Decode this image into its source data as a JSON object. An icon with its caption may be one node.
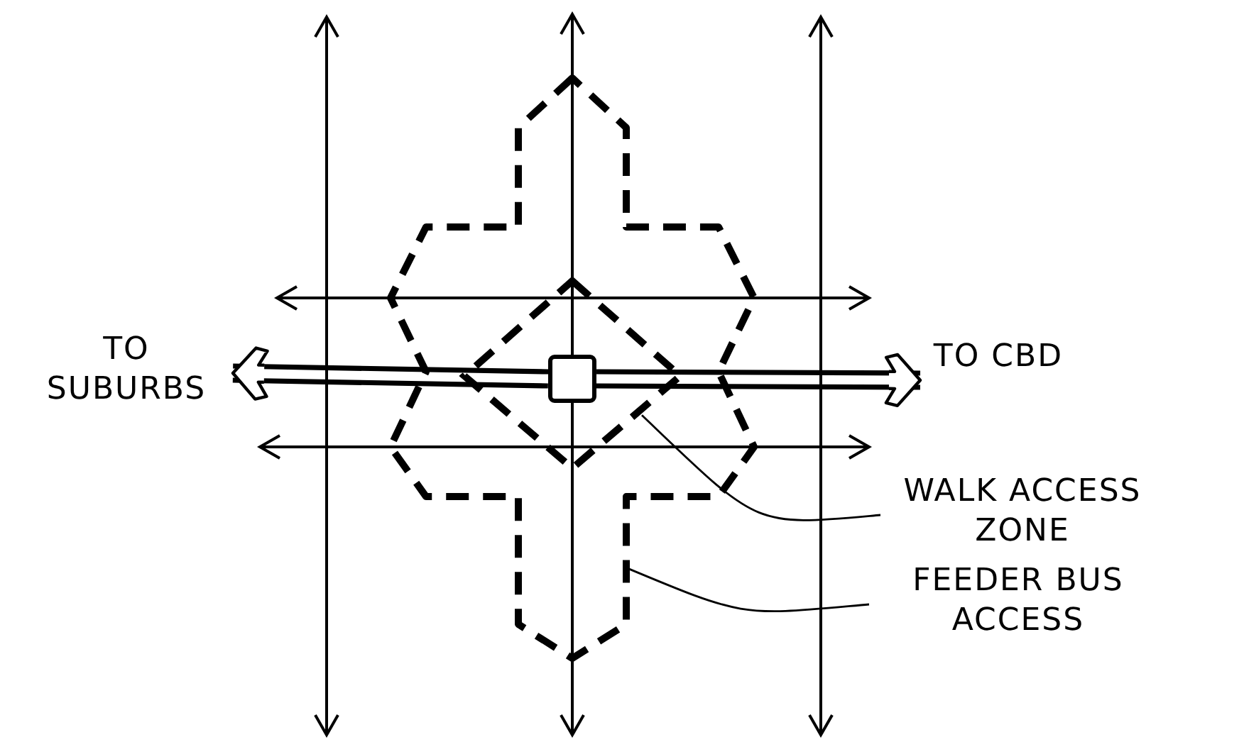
{
  "diagram": {
    "nodes": [
      {
        "text": [
          "TO SUBURBS"
        ]
      },
      {
        "text": [
          "TO CBD"
        ]
      },
      {
        "text": [],
        "shape": "cross"
      },
      {
        "text": [],
        "shape": "diamond",
        "in": 2
      },
      {
        "text": [],
        "shape": "box",
        "in": 3
      },
      {
        "text": [
          "WALK ACCESS ZONE"
        ]
      },
      {
        "text": [
          "FEEDER BUS ACCESS"
        ]
      }
    ],
    "edges": [
      {
        "from": 4,
        "to": 0,
        "arrow": "to",
        "style": "thick"
      },
      {
        "from": 4,
        "to": 1,
        "arrow": "to",
        "style": "thick"
      },
      {
        "from": 5,
        "to": 3,
        "arrow": "none"
      },
      {
        "from": 6,
        "to": 2,
        "arrow": "none"
      }
    ]
  }
}
